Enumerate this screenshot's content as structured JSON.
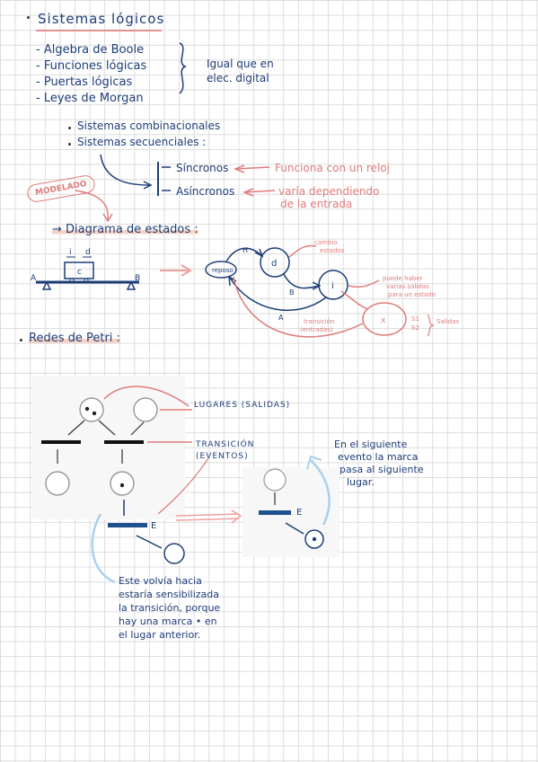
{
  "title": "Sistemas lógicos",
  "intro_list": [
    "Algebra de Boole",
    "Funciones lógicas",
    "Puertas lógicas",
    "Leyes de Morgan"
  ],
  "intro_note_lines": [
    "Igual que en",
    "elec. digital"
  ],
  "systems": [
    "Sistemas combinacionales",
    "Sistemas secuenciales :"
  ],
  "sync_label": "Síncronos",
  "sync_note": "Funciona con un reloj",
  "async_label": "Asíncronos",
  "async_note_lines": [
    "varía dependiendo",
    "de la entrada"
  ],
  "modelado_label": "MODELADO",
  "diagram_heading": "Diagrama de estados :",
  "cart": {
    "i": "i",
    "d": "d",
    "c": "c",
    "A": "A",
    "B": "B"
  },
  "state_diagram": {
    "states": [
      "reposo",
      "d",
      "i",
      "x"
    ],
    "edges": [
      "H",
      "B",
      "A"
    ],
    "cambio_lines": [
      "cambio",
      "estados"
    ],
    "salidas_note_lines": [
      "puede haber",
      "varias salidas",
      "para un estado"
    ],
    "transicion_lines": [
      "transición",
      "(entradas)"
    ],
    "s_labels": [
      "S1",
      "S2"
    ],
    "salidas_label": "Salidas"
  },
  "petri_heading": "Redes de Petri :",
  "lugares_label": "LUGARES (SALIDAS)",
  "transicion_label_lines": [
    "TRANSICIÓN",
    "(EVENTOS)"
  ],
  "event_label": "E",
  "right_note_lines": [
    "En el siguiente",
    "evento la marca",
    "pasa al siguiente",
    "lugar."
  ],
  "bottom_note_lines": [
    "Este volvía hacia",
    "estaría sensibilizada",
    "la transición, porque",
    "hay una marca • en",
    "el lugar anterior."
  ]
}
